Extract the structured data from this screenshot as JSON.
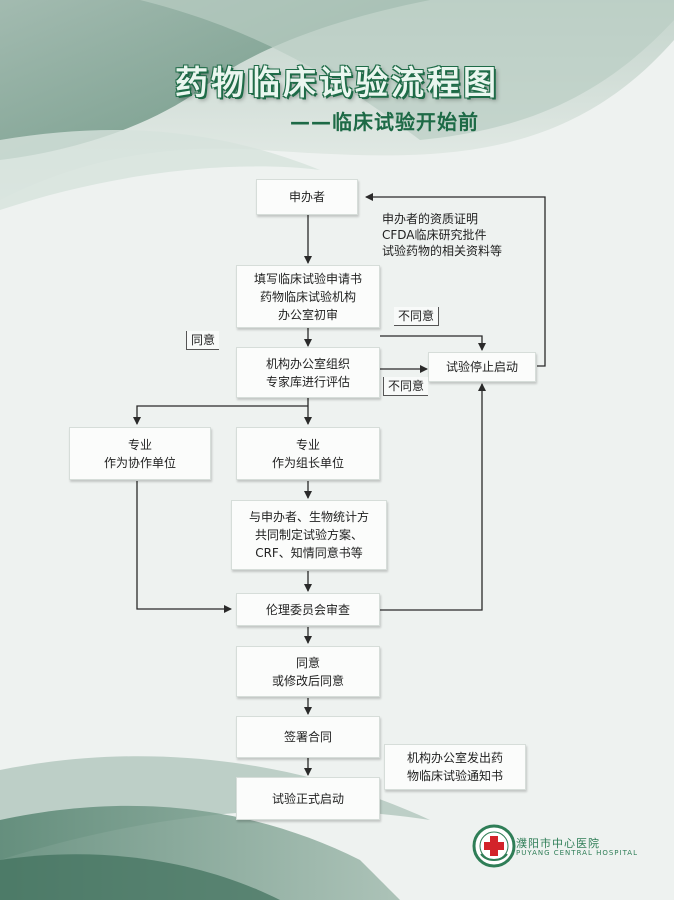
{
  "header": {
    "title": "药物临床试验流程图",
    "subtitle": "——临床试验开始前"
  },
  "nodes": {
    "sponsor": "申办者",
    "apply": [
      "填写临床试验申请书",
      "药物临床试验机构",
      "办公室初审"
    ],
    "review": [
      "机构办公室组织",
      "专家库进行评估"
    ],
    "stop": "试验停止启动",
    "coop": [
      "专业",
      "作为协作单位"
    ],
    "lead": [
      "专业",
      "作为组长单位"
    ],
    "plan": [
      "与申办者、生物统计方",
      "共同制定试验方案、",
      "CRF、知情同意书等"
    ],
    "ethics": "伦理委员会审查",
    "approve": [
      "同意",
      "或修改后同意"
    ],
    "contract": "签署合同",
    "start": "试验正式启动"
  },
  "notes": {
    "sponsor_docs": [
      "申办者的资质证明",
      "CFDA临床研究批件",
      "试验药物的相关资料等"
    ],
    "office_notice": [
      "机构办公室发出药",
      "物临床试验通知书"
    ]
  },
  "labels": {
    "agree": "同意",
    "disagree_1": "不同意",
    "disagree_2": "不同意"
  },
  "logo": {
    "name": "濮阳市中心医院",
    "name_en": "PUYANG CENTRAL HOSPITAL",
    "icon": "hospital-logo-icon"
  },
  "colors": {
    "accent_green": "#1e6b47",
    "arrow": "#2a2a2a"
  }
}
